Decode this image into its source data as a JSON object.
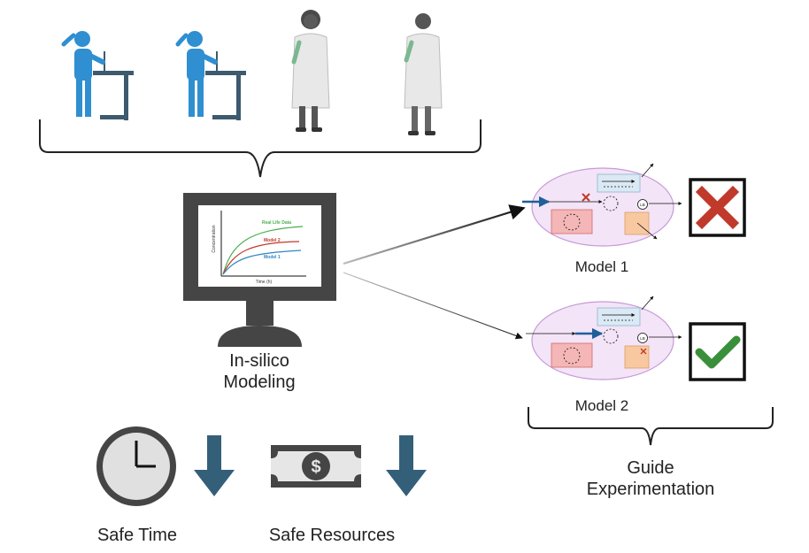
{
  "modeling": {
    "line1": "In-silico",
    "line2": "Modeling"
  },
  "screen_chart": {
    "xlabel": "Time (h)",
    "ylabel": "Concentration",
    "series": [
      {
        "name": "Real Life Data",
        "color": "#4caf50"
      },
      {
        "name": "Model 2",
        "color": "#c0392b"
      },
      {
        "name": "Model 1",
        "color": "#2e86c1"
      }
    ]
  },
  "models": [
    {
      "label": "Model 1",
      "result": "rejected",
      "result_color": "#c0392b"
    },
    {
      "label": "Model 2",
      "result": "accepted",
      "result_color": "#3a8f3a"
    }
  ],
  "node_label": "LB",
  "guide": {
    "line1": "Guide",
    "line2": "Experimentation"
  },
  "benefits": [
    {
      "label": "Safe Time",
      "icon": "clock-icon"
    },
    {
      "label": "Safe Resources",
      "icon": "dollar-bill-icon"
    }
  ],
  "colors": {
    "scientist_blue": "#2f8fd0",
    "bench": "#3d5a6e",
    "down_arrow": "#345f78",
    "monitor": "#454545",
    "cell_fill": "#f3e4f7",
    "cell_stroke": "#c79ad8"
  }
}
